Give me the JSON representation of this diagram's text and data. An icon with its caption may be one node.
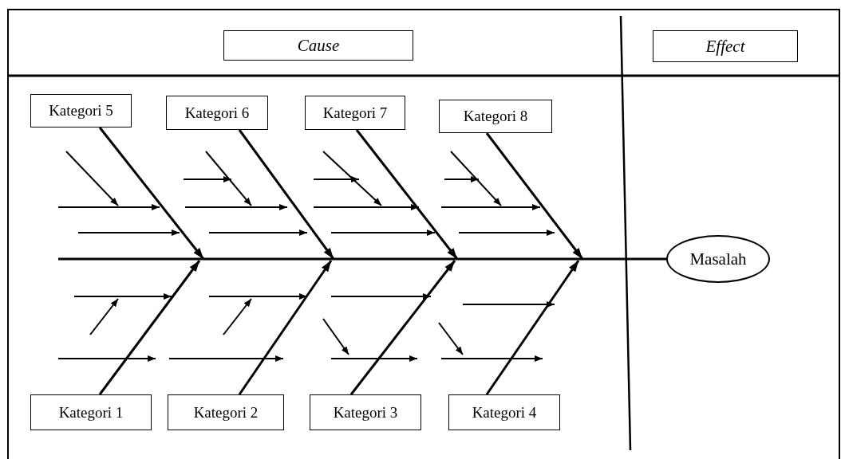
{
  "diagram": {
    "nodes": [
      {
        "text": [
          "Cause"
        ]
      },
      {
        "text": [
          "Effect"
        ]
      },
      {
        "text": [
          "Kategori 5"
        ]
      },
      {
        "text": [
          "Kategori 6"
        ]
      },
      {
        "text": [
          "Kategori 7"
        ]
      },
      {
        "text": [
          "Kategori 8"
        ]
      },
      {
        "text": [
          "Masalah"
        ]
      },
      {
        "text": [
          "Kategori 1"
        ]
      },
      {
        "text": [
          "Kategori 2"
        ]
      },
      {
        "text": [
          "Kategori 3"
        ]
      },
      {
        "text": [
          "Kategori 4"
        ]
      }
    ],
    "edges": [
      {
        "from": 2,
        "to": null,
        "arrow": "to"
      },
      {
        "from": 3,
        "to": null,
        "arrow": "to"
      },
      {
        "from": 4,
        "to": null,
        "arrow": "to"
      },
      {
        "from": 5,
        "to": null,
        "arrow": "to"
      },
      {
        "from": 7,
        "to": null,
        "arrow": "to"
      },
      {
        "from": 8,
        "to": null,
        "arrow": "to"
      },
      {
        "from": 9,
        "to": null,
        "arrow": "to"
      },
      {
        "from": 10,
        "to": null,
        "arrow": "to"
      },
      {
        "from": null,
        "to": 6,
        "arrow": "none"
      }
    ]
  }
}
